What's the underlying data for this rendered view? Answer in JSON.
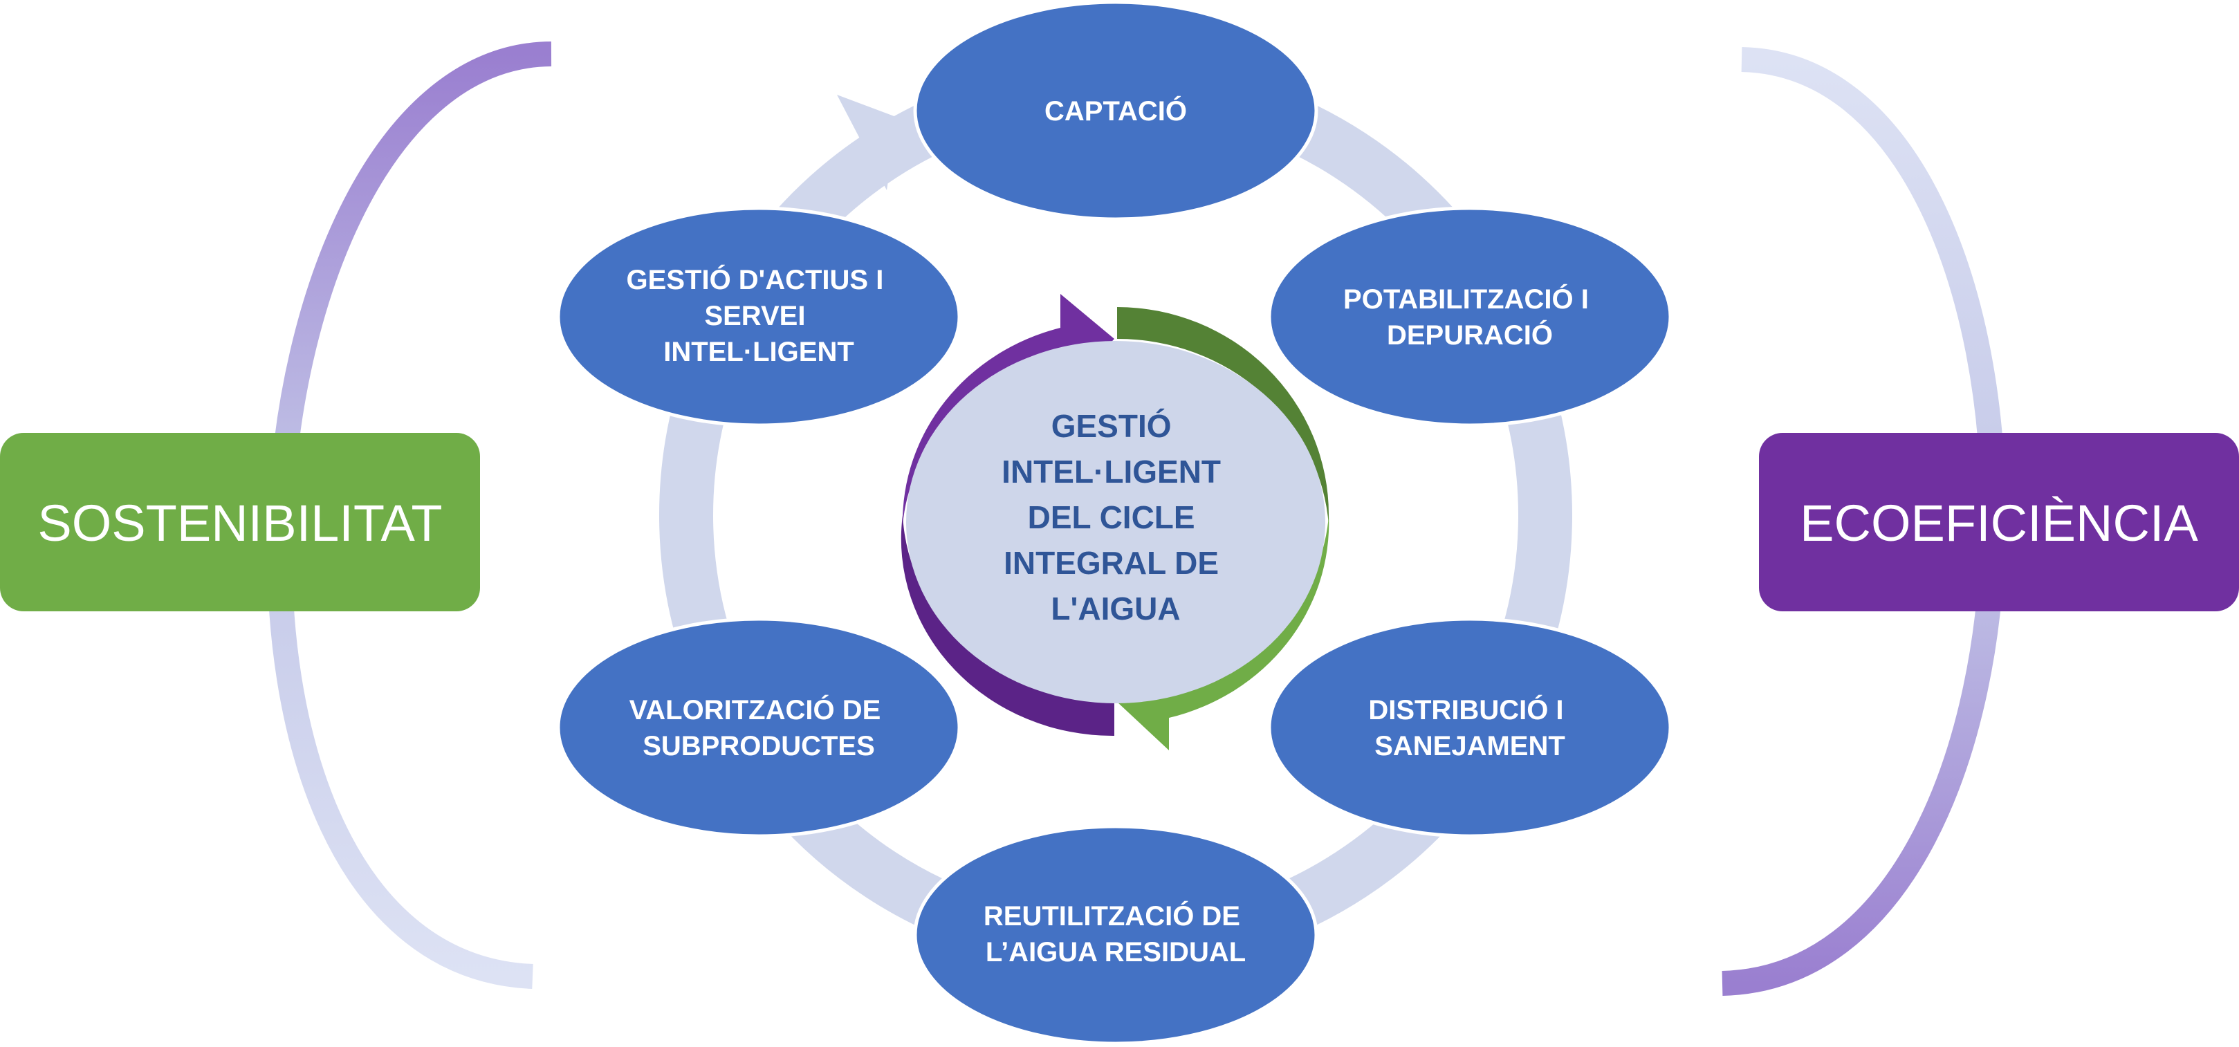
{
  "diagram": {
    "center": {
      "lines": [
        "GESTIÓ",
        "INTEL·LIGENT",
        "DEL CICLE",
        "INTEGRAL DE",
        "L'AIGUA"
      ]
    },
    "nodes": [
      {
        "lines": [
          "CAPTACIÓ"
        ]
      },
      {
        "lines": [
          "POTABILITZACIÓ I",
          "DEPURACIÓ"
        ]
      },
      {
        "lines": [
          "DISTRIBUCIÓ I",
          "SANEJAMENT"
        ]
      },
      {
        "lines": [
          "REUTILITZACIÓ DE",
          "L’AIGUA RESIDUAL"
        ]
      },
      {
        "lines": [
          "VALORITZACIÓ DE",
          "SUBPRODUCTES"
        ]
      },
      {
        "lines": [
          "GESTIÓ D'ACTIUS I",
          "SERVEI",
          "INTEL·LIGENT"
        ]
      }
    ],
    "left_box": {
      "label": "SOSTENIBILITAT"
    },
    "right_box": {
      "label": "ECOEFICIÈNCIA"
    },
    "colors": {
      "node_fill": "#4472c4",
      "ring": "#d0d7ec",
      "center_fill": "#ced6ea",
      "center_text": "#2f5597",
      "green": "#70ad47",
      "green_dark": "#548235",
      "purple": "#7030a0",
      "purple_dark": "#5b2387",
      "lavender": "#9a7fd0"
    }
  }
}
